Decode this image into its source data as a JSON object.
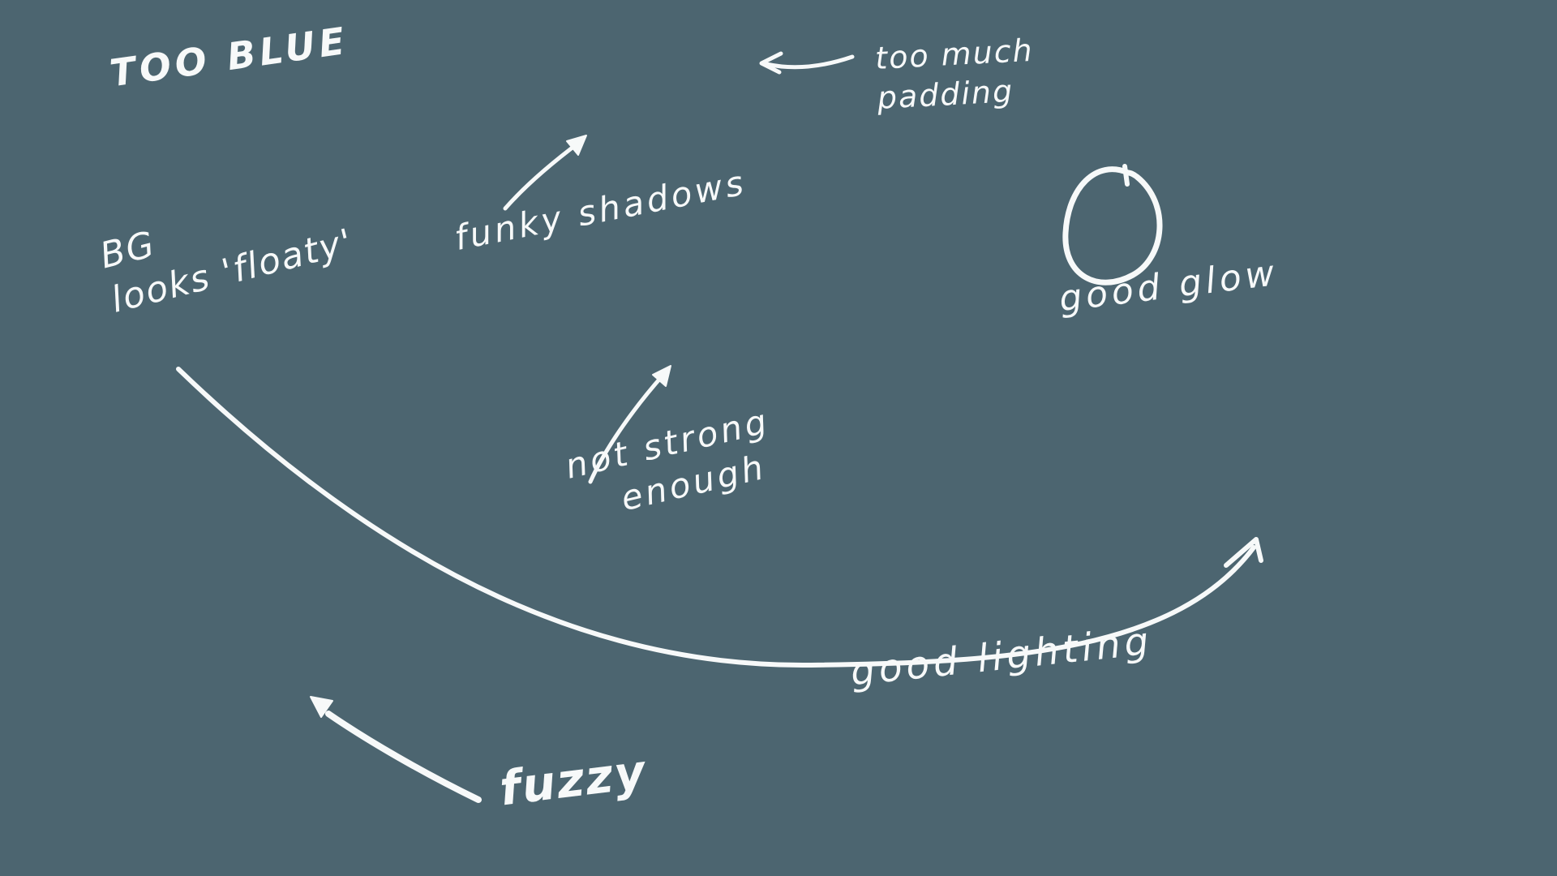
{
  "theme": {
    "background_color": "#4C6570",
    "ink_color": "#F7F9F9"
  },
  "notes": {
    "too_blue": {
      "lines": [
        "TOO BLUE"
      ]
    },
    "bg_floaty": {
      "lines": [
        "BG",
        "looks 'floaty'"
      ]
    },
    "funky_shadows": {
      "lines": [
        "funky shadows"
      ]
    },
    "too_much_padding": {
      "lines": [
        "too much",
        "padding"
      ]
    },
    "good_glow": {
      "lines": [
        "good glow"
      ]
    },
    "not_strong_enough": {
      "lines": [
        "not strong",
        "enough"
      ]
    },
    "good_lighting": {
      "lines": [
        "good lighting"
      ]
    },
    "fuzzy": {
      "lines": [
        "fuzzy"
      ]
    }
  }
}
